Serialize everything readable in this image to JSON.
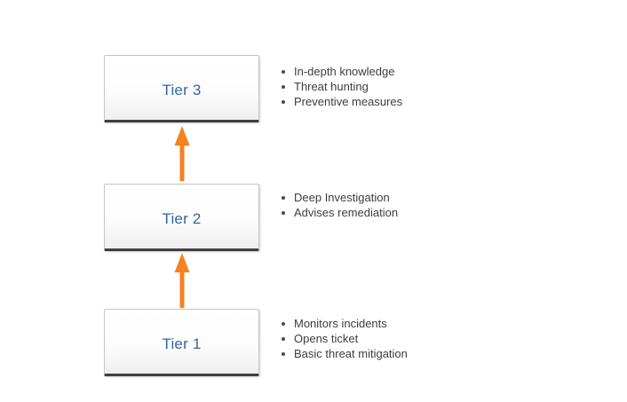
{
  "colors": {
    "arrow": "#F58220",
    "tier_label": "#336699",
    "bullet_text": "#3D3D3D",
    "bullet_dot": "#4C4C4C",
    "box_border": "#C6C6C6",
    "box_bottom_border": "#3F3F3F"
  },
  "tiers": [
    {
      "label": "Tier 3",
      "bullets": [
        "In-depth knowledge",
        "Threat hunting",
        "Preventive measures"
      ]
    },
    {
      "label": "Tier 2",
      "bullets": [
        "Deep Investigation",
        "Advises remediation"
      ]
    },
    {
      "label": "Tier 1",
      "bullets": [
        "Monitors incidents",
        "Opens ticket",
        "Basic threat mitigation"
      ]
    }
  ]
}
